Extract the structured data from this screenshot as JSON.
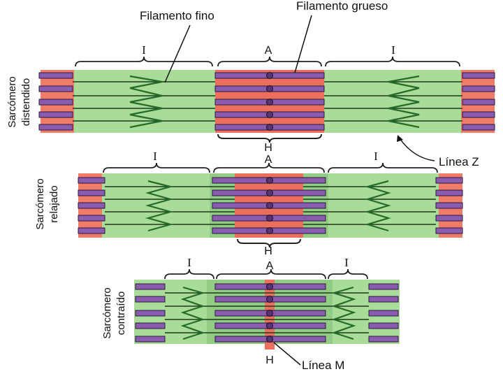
{
  "labels": {
    "thin_filament": "Filamento fino",
    "thick_filament": "Filamento grueso",
    "z_line": "Línea Z",
    "m_line": "Línea M",
    "band_i": "I",
    "band_a": "A",
    "zone_h": "H"
  },
  "sarcomeres": [
    {
      "id": "distended",
      "line1": "Sarcómero",
      "line2": "distendido"
    },
    {
      "id": "relaxed",
      "line1": "Sarcómero",
      "line2": "relajado"
    },
    {
      "id": "contracted",
      "line1": "Sarcómero",
      "line2": "contraído"
    }
  ],
  "colors": {
    "thin_zone": "#a8dc98",
    "overlap_zone": "#92cc84",
    "z_disc": "#ee7c68",
    "h_zone": "#ec6f5e",
    "thick_filament": "#8a5cb0",
    "thin_filament_line": "#1c3a1c",
    "z_zigzag": "#256b2a"
  }
}
